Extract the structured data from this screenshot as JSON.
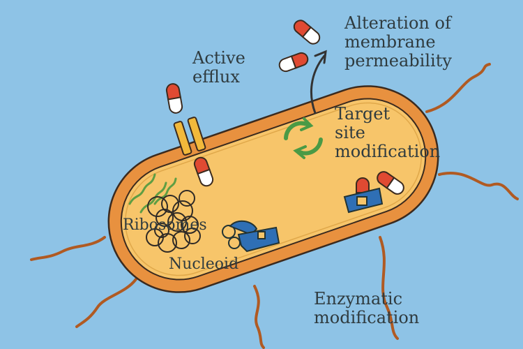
{
  "labels": {
    "active_efflux": [
      "Active",
      "efflux"
    ],
    "alteration": [
      "Alteration of",
      "membrane",
      "permeability"
    ],
    "target_site": [
      "Target",
      "site",
      "modification"
    ],
    "ribosomes": "Ribosomes",
    "nucleoid": "Nucleoid",
    "enzymatic": [
      "Enzymatic",
      "modification"
    ]
  },
  "icons": [
    "capsule-icon",
    "recycle-arrows-icon",
    "efflux-pump-icon",
    "enzyme-icon",
    "arrow-icon",
    "flagellum-icon"
  ],
  "colors": {
    "background": "#8ec3e6",
    "cell_wall": "#e8913f",
    "cytoplasm": "#f7c56a",
    "capsule_red": "#e04a32",
    "pump": "#f2b93b",
    "enzyme": "#2f6fb5",
    "arrows_green": "#4a9a45",
    "flagella": "#b05a22",
    "text": "#2f3b3f"
  }
}
